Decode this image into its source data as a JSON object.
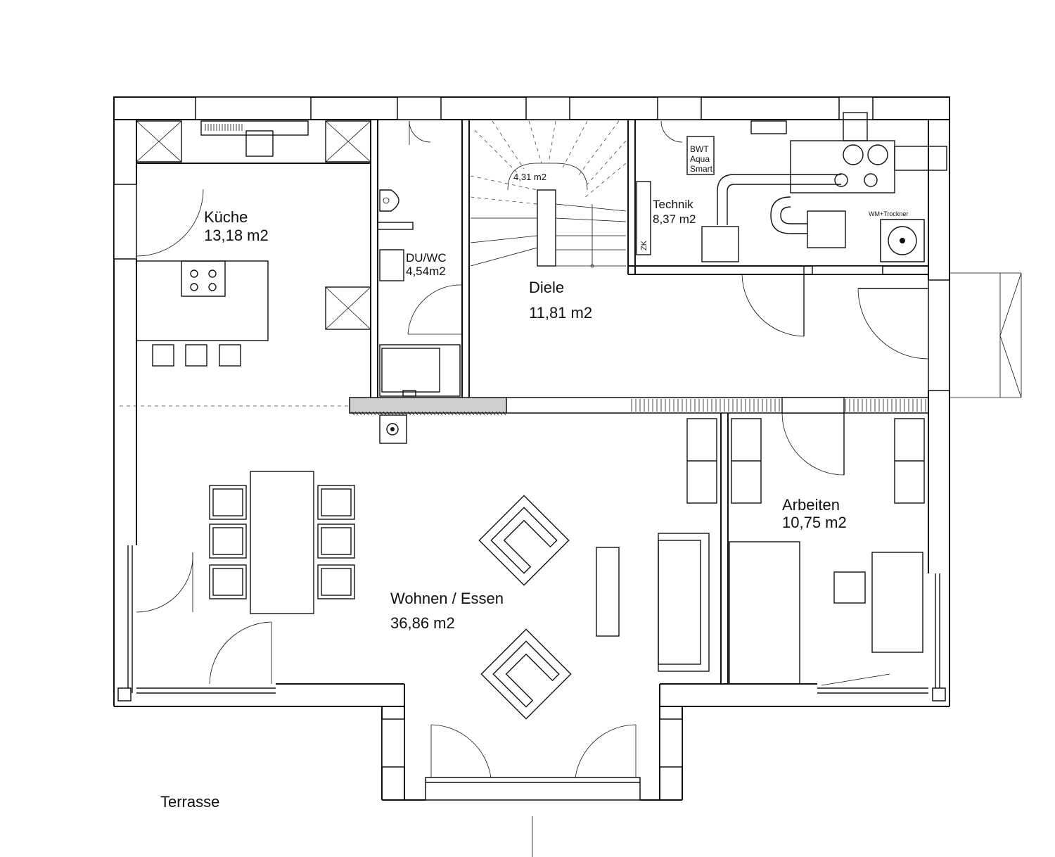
{
  "rooms": {
    "kueche": {
      "name": "Küche",
      "area": "13,18 m2"
    },
    "duwc": {
      "name": "DU/WC",
      "area": "4,54m2"
    },
    "treppe": {
      "area": "4,31 m2"
    },
    "technik": {
      "name": "Technik",
      "area": "8,37 m2"
    },
    "diele": {
      "name": "Diele",
      "area": "11,81 m2"
    },
    "wohnen": {
      "name": "Wohnen / Essen",
      "area": "36,86 m2"
    },
    "arbeiten": {
      "name": "Arbeiten",
      "area": "10,75 m2"
    }
  },
  "outside": {
    "terrasse": "Terrasse"
  },
  "equipment": {
    "bwt_line1": "BWT",
    "bwt_line2": "Aqua",
    "bwt_line3": "Smart",
    "zk": "ZK",
    "wm": "WM+Trockner"
  }
}
